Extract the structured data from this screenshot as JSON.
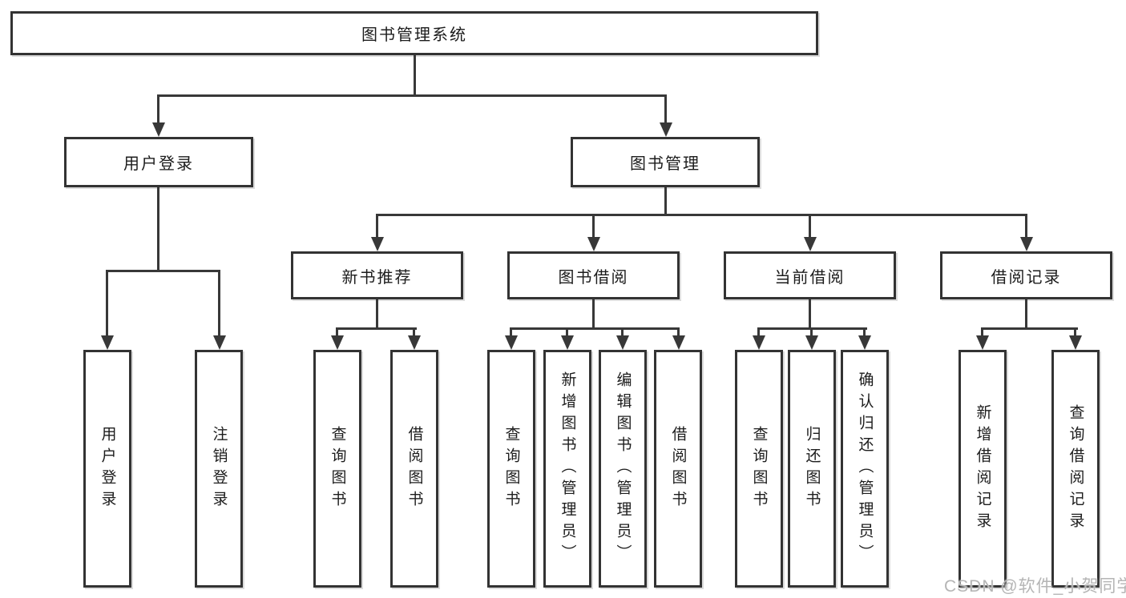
{
  "page": {
    "background": "#ffffff"
  },
  "colors": {
    "line": "#383838",
    "border": "#333333",
    "text": "#1c1c1c",
    "watermark": "#b5b5b5"
  },
  "watermark": {
    "text": "CSDN @软件_小贺同学"
  },
  "tree": {
    "root": {
      "label": "图书管理系统"
    },
    "branches": [
      {
        "label": "用户登录",
        "children": [
          {
            "label": "用户登录"
          },
          {
            "label": "注销登录"
          }
        ]
      },
      {
        "label": "图书管理",
        "children": [
          {
            "label": "新书推荐",
            "children": [
              {
                "label": "查询图书"
              },
              {
                "label": "借阅图书"
              }
            ]
          },
          {
            "label": "图书借阅",
            "children": [
              {
                "label": "查询图书"
              },
              {
                "label": "新增图书（管理员）"
              },
              {
                "label": "编辑图书（管理员）"
              },
              {
                "label": "借阅图书"
              }
            ]
          },
          {
            "label": "当前借阅",
            "children": [
              {
                "label": "查询图书"
              },
              {
                "label": "归还图书"
              },
              {
                "label": "确认归还（管理员）"
              }
            ]
          },
          {
            "label": "借阅记录",
            "children": [
              {
                "label": "新增借阅记录"
              },
              {
                "label": "查询借阅记录"
              }
            ]
          }
        ]
      }
    ]
  }
}
